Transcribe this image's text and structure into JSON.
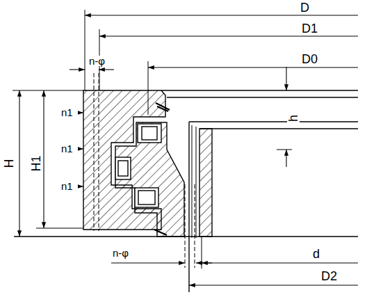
{
  "diagram": {
    "labels": [
      "D",
      "D1",
      "n-φ",
      "D0",
      "h",
      "H",
      "H1",
      "n1",
      "n1",
      "n1",
      "n-φ",
      "d",
      "D2"
    ]
  }
}
